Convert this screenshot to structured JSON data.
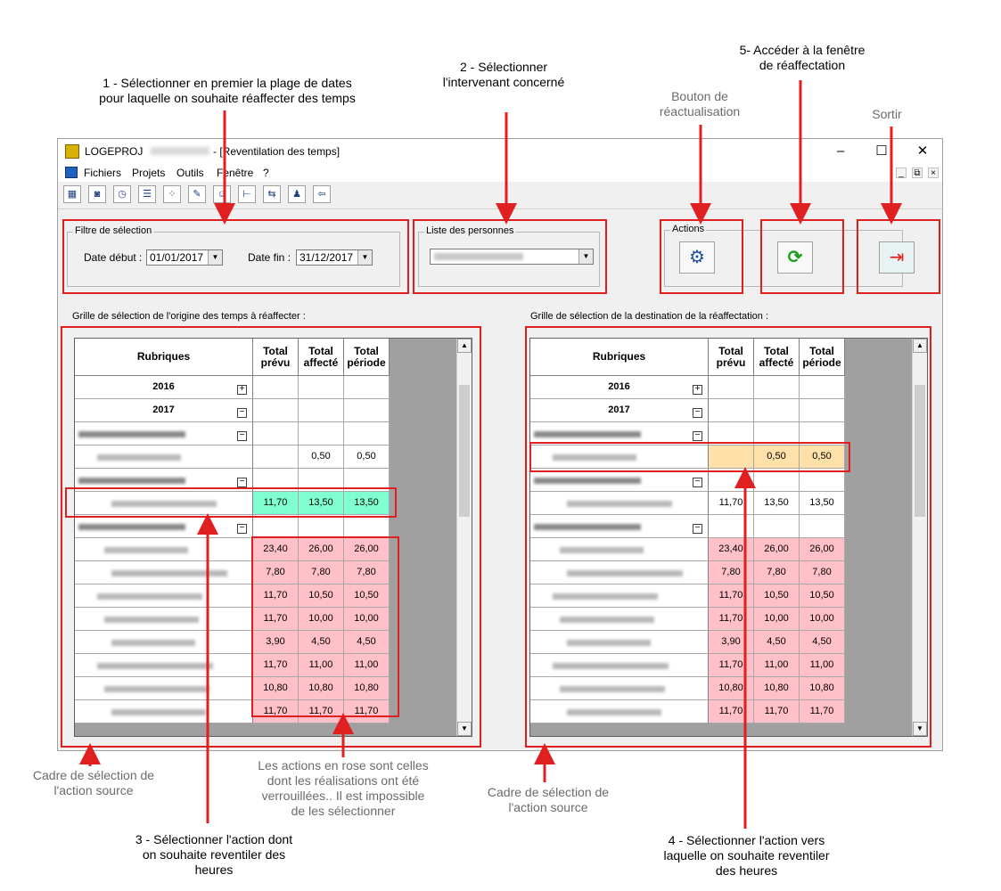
{
  "annotations": {
    "step1": "1 - Sélectionner en premier la plage de dates\npour laquelle on souhaite réaffecter des temps",
    "step2": "2 - Sélectionner\nl'intervenant concerné",
    "refresh_btn": "Bouton de\nréactualisation",
    "step5": "5- Accéder à la fenêtre\nde réaffectation",
    "exit": "Sortir",
    "source_frame": "Cadre de sélection de\nl'action source",
    "pink_note": "Les actions en rose sont celles\ndont les réalisations ont été\nverrouillées.. Il est impossible\nde les sélectionner",
    "dest_frame": "Cadre de sélection de\nl'action source",
    "step3": "3 - Sélectionner l'action dont\non souhaite reventiler des\nheures",
    "step4": "4 - Sélectionner l'action vers\nlaquelle on souhaite reventiler\ndes heures"
  },
  "window": {
    "app_name": "LOGEPROJ",
    "title_suffix": "- [Reventilation des temps]",
    "minimize": "–",
    "maximize": "☐",
    "close": "✕",
    "mdi_min": "_",
    "mdi_restore": "⧉",
    "mdi_close": "×"
  },
  "menu": {
    "items": [
      "Fichiers",
      "Projets",
      "Outils",
      "Fenêtre",
      "?"
    ]
  },
  "toolbar": {
    "icons": [
      "table-icon",
      "camera-icon",
      "timer-icon",
      "list-icon",
      "network-icon",
      "handshake-icon",
      "team-icon",
      "tree-icon",
      "transfer-icon",
      "person-icon",
      "exit-door-icon"
    ],
    "glyphs": [
      "▦",
      "◙",
      "◷",
      "☰",
      "⁘",
      "✎",
      "☺",
      "⊢",
      "⇆",
      "♟",
      "⇦"
    ]
  },
  "filter": {
    "legend": "Filtre de sélection",
    "start_label": "Date début :",
    "start_value": "01/01/2017",
    "end_label": "Date fin :",
    "end_value": "31/12/2017"
  },
  "persons": {
    "legend": "Liste des personnes"
  },
  "actions": {
    "legend": "Actions",
    "btn_glyph": "⚙",
    "refresh_glyph": "⟳",
    "exit_glyph": "⇥"
  },
  "left_grid": {
    "caption": "Grille de sélection de l'origine des temps à réaffecter :",
    "headers": [
      "Rubriques",
      "Total\nprévu",
      "Total\naffecté",
      "Total\npériode"
    ],
    "rows": [
      {
        "kind": "year",
        "label": "2016",
        "toggle": "+",
        "vals": [
          "",
          "",
          ""
        ],
        "color": ""
      },
      {
        "kind": "year",
        "label": "2017",
        "toggle": "−",
        "vals": [
          "",
          "",
          ""
        ],
        "color": ""
      },
      {
        "kind": "group",
        "toggle": "−",
        "vals": [
          "",
          "",
          ""
        ],
        "color": ""
      },
      {
        "kind": "item",
        "vals": [
          "",
          "0,50",
          "0,50"
        ],
        "color": ""
      },
      {
        "kind": "group",
        "toggle": "−",
        "vals": [
          "",
          "",
          ""
        ],
        "color": ""
      },
      {
        "kind": "item",
        "vals": [
          "11,70",
          "13,50",
          "13,50"
        ],
        "color": "green"
      },
      {
        "kind": "group",
        "toggle": "−",
        "vals": [
          "",
          "",
          ""
        ],
        "color": ""
      },
      {
        "kind": "item",
        "vals": [
          "23,40",
          "26,00",
          "26,00"
        ],
        "color": "pink"
      },
      {
        "kind": "item",
        "vals": [
          "7,80",
          "7,80",
          "7,80"
        ],
        "color": "pink"
      },
      {
        "kind": "item",
        "vals": [
          "11,70",
          "10,50",
          "10,50"
        ],
        "color": "pink"
      },
      {
        "kind": "item",
        "vals": [
          "11,70",
          "10,00",
          "10,00"
        ],
        "color": "pink"
      },
      {
        "kind": "item",
        "vals": [
          "3,90",
          "4,50",
          "4,50"
        ],
        "color": "pink"
      },
      {
        "kind": "item",
        "vals": [
          "11,70",
          "11,00",
          "11,00"
        ],
        "color": "pink"
      },
      {
        "kind": "item",
        "vals": [
          "10,80",
          "10,80",
          "10,80"
        ],
        "color": "pink"
      },
      {
        "kind": "item",
        "vals": [
          "11,70",
          "11,70",
          "11,70"
        ],
        "color": "pink"
      }
    ]
  },
  "right_grid": {
    "caption": "Grille de sélection de la destination de la réaffectation :",
    "headers": [
      "Rubriques",
      "Total\nprévu",
      "Total\naffecté",
      "Total\npériode"
    ],
    "rows": [
      {
        "kind": "year",
        "label": "2016",
        "toggle": "+",
        "vals": [
          "",
          "",
          ""
        ],
        "color": ""
      },
      {
        "kind": "year",
        "label": "2017",
        "toggle": "−",
        "vals": [
          "",
          "",
          ""
        ],
        "color": ""
      },
      {
        "kind": "group",
        "toggle": "−",
        "vals": [
          "",
          "",
          ""
        ],
        "color": ""
      },
      {
        "kind": "item",
        "vals": [
          "",
          "0,50",
          "0,50"
        ],
        "color": "orange"
      },
      {
        "kind": "group",
        "toggle": "−",
        "vals": [
          "",
          "",
          ""
        ],
        "color": ""
      },
      {
        "kind": "item",
        "vals": [
          "11,70",
          "13,50",
          "13,50"
        ],
        "color": ""
      },
      {
        "kind": "group",
        "toggle": "−",
        "vals": [
          "",
          "",
          ""
        ],
        "color": ""
      },
      {
        "kind": "item",
        "vals": [
          "23,40",
          "26,00",
          "26,00"
        ],
        "color": "pink"
      },
      {
        "kind": "item",
        "vals": [
          "7,80",
          "7,80",
          "7,80"
        ],
        "color": "pink"
      },
      {
        "kind": "item",
        "vals": [
          "11,70",
          "10,50",
          "10,50"
        ],
        "color": "pink"
      },
      {
        "kind": "item",
        "vals": [
          "11,70",
          "10,00",
          "10,00"
        ],
        "color": "pink"
      },
      {
        "kind": "item",
        "vals": [
          "3,90",
          "4,50",
          "4,50"
        ],
        "color": "pink"
      },
      {
        "kind": "item",
        "vals": [
          "11,70",
          "11,00",
          "11,00"
        ],
        "color": "pink"
      },
      {
        "kind": "item",
        "vals": [
          "10,80",
          "10,80",
          "10,80"
        ],
        "color": "pink"
      },
      {
        "kind": "item",
        "vals": [
          "11,70",
          "11,70",
          "11,70"
        ],
        "color": "pink"
      }
    ]
  },
  "scroll": {
    "up": "▲",
    "down": "▼"
  }
}
